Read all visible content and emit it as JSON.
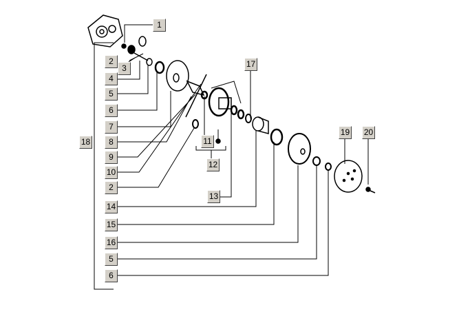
{
  "labels": {
    "p1": "1",
    "p2a": "2",
    "p3": "3",
    "p4": "4",
    "p5a": "5",
    "p6a": "6",
    "p7": "7",
    "p8": "8",
    "p9": "9",
    "p10": "10",
    "p2b": "2",
    "p14": "14",
    "p15": "15",
    "p16": "16",
    "p5b": "5",
    "p6b": "6",
    "p18": "18",
    "p11": "11",
    "p12": "12",
    "p13": "13",
    "p17": "17",
    "p19": "19",
    "p20": "20"
  }
}
